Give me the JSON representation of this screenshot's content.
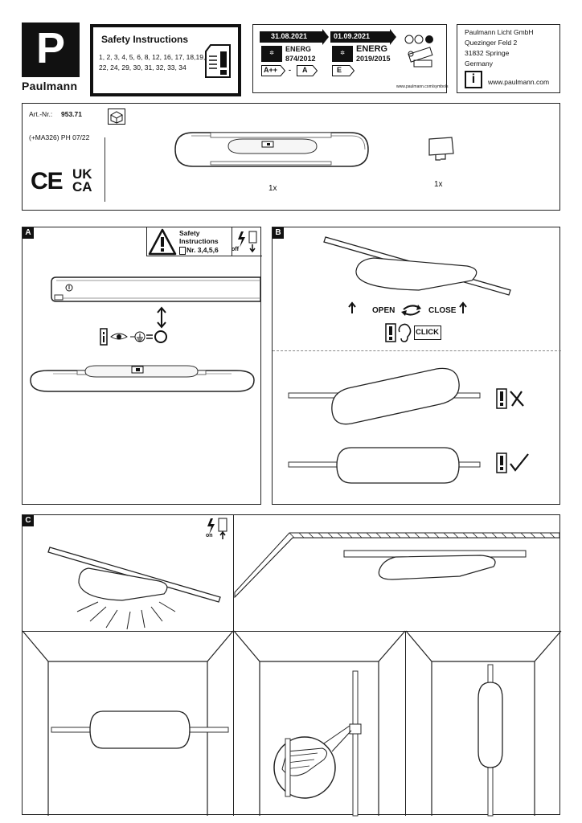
{
  "brand": {
    "logo_letter": "P",
    "name": "Paulmann"
  },
  "safety": {
    "title": "Safety Instructions",
    "numbers_line1": "1, 2, 3, 4, 5, 6, 8, 12, 16, 17, 18,19, 20,",
    "numbers_line2": "22, 24, 29, 30, 31, 32, 33, 34"
  },
  "energy": {
    "date_old": "31.08.2021",
    "date_new": "01.09.2021",
    "label_word": "ENERG",
    "reg_old": "874/2012",
    "reg_new": "2019/2015",
    "class_old_from": "A++",
    "dash": "-",
    "class_old_to": "A",
    "class_new": "E",
    "url": "www.paulmann.com/symbols"
  },
  "company": {
    "name": "Paulmann Licht GmbH",
    "street": "Quezinger Feld 2",
    "city": "31832 Springe",
    "country": "Germany",
    "website": "www.paulmann.com"
  },
  "product": {
    "art_label": "Art.-Nr.:",
    "art_number": "953.71",
    "variant": "(+MA326) PH 07/22",
    "ce": "CE",
    "ukca_line1": "UK",
    "ukca_line2": "CA",
    "qty_lamp": "1x",
    "qty_clip": "1x"
  },
  "panel_a": {
    "letter": "A",
    "safety_title_line1": "Safety",
    "safety_title_line2": "Instructions",
    "safety_ref": "Nr. 3,4,5,6",
    "off_label": "off"
  },
  "panel_b": {
    "letter": "B",
    "open_label": "OPEN",
    "close_label": "CLOSE",
    "click_label": "CLICK"
  },
  "panel_c": {
    "letter": "C",
    "on_label": "on"
  }
}
